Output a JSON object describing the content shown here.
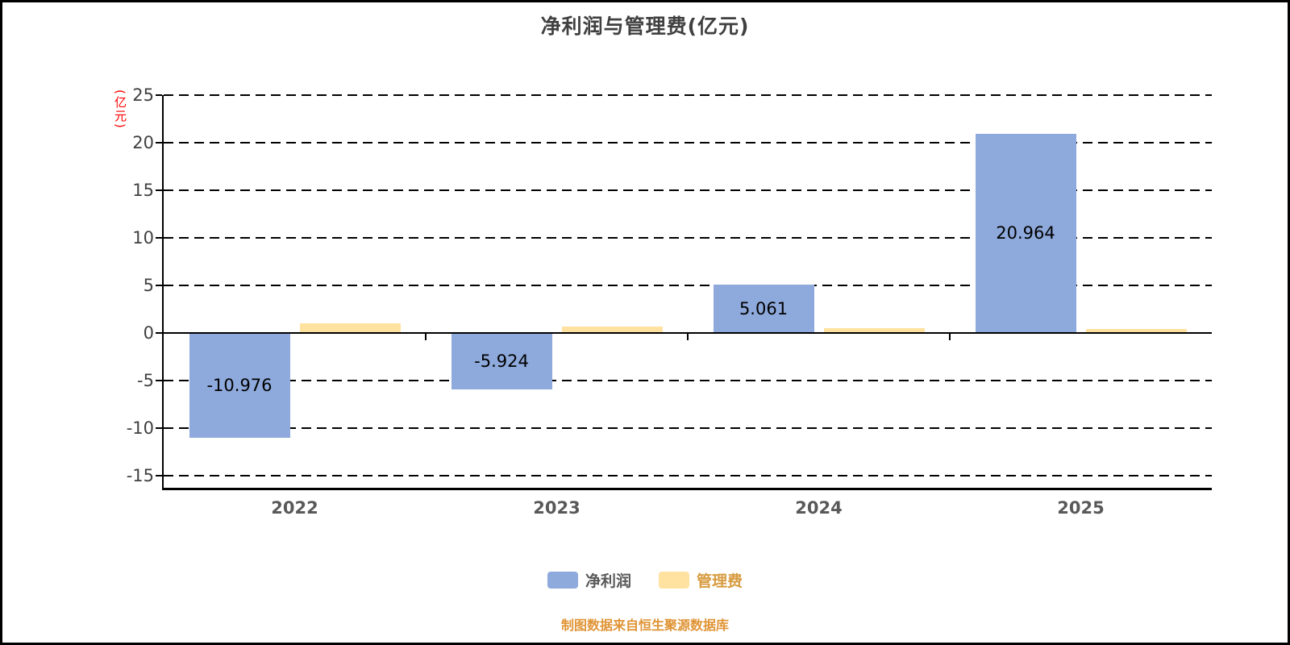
{
  "window": {
    "frame_color": "#000000",
    "background": "#FFFFFF"
  },
  "chart_data": {
    "type": "bar",
    "title": "净利润与管理费(亿元)",
    "y_axis_unit_label": "(亿元)",
    "y_axis_unit_label_color": "#FF0000",
    "categories": [
      "2022",
      "2023",
      "2024",
      "2025"
    ],
    "series": [
      {
        "name": "净利润",
        "color": "#8EA9DB",
        "legend_text_color": "#595959",
        "values": [
          -10.976,
          -5.924,
          5.061,
          20.964
        ],
        "labels": [
          "-10.976",
          "-5.924",
          "5.061",
          "20.964"
        ]
      },
      {
        "name": "管理费",
        "color": "#FFE2A0",
        "legend_text_color": "#D79B3F",
        "values": [
          1.0,
          0.65,
          0.5,
          0.45
        ],
        "labels": []
      }
    ],
    "y_ticks": [
      25,
      20,
      15,
      10,
      5,
      0,
      -5,
      -10,
      -15
    ],
    "ylim": [
      -15,
      25
    ],
    "grid": "dashed-horizontal",
    "legend_position": "bottom",
    "source_note": "制图数据来自恒生聚源数据库",
    "source_note_color": "#E09435"
  }
}
